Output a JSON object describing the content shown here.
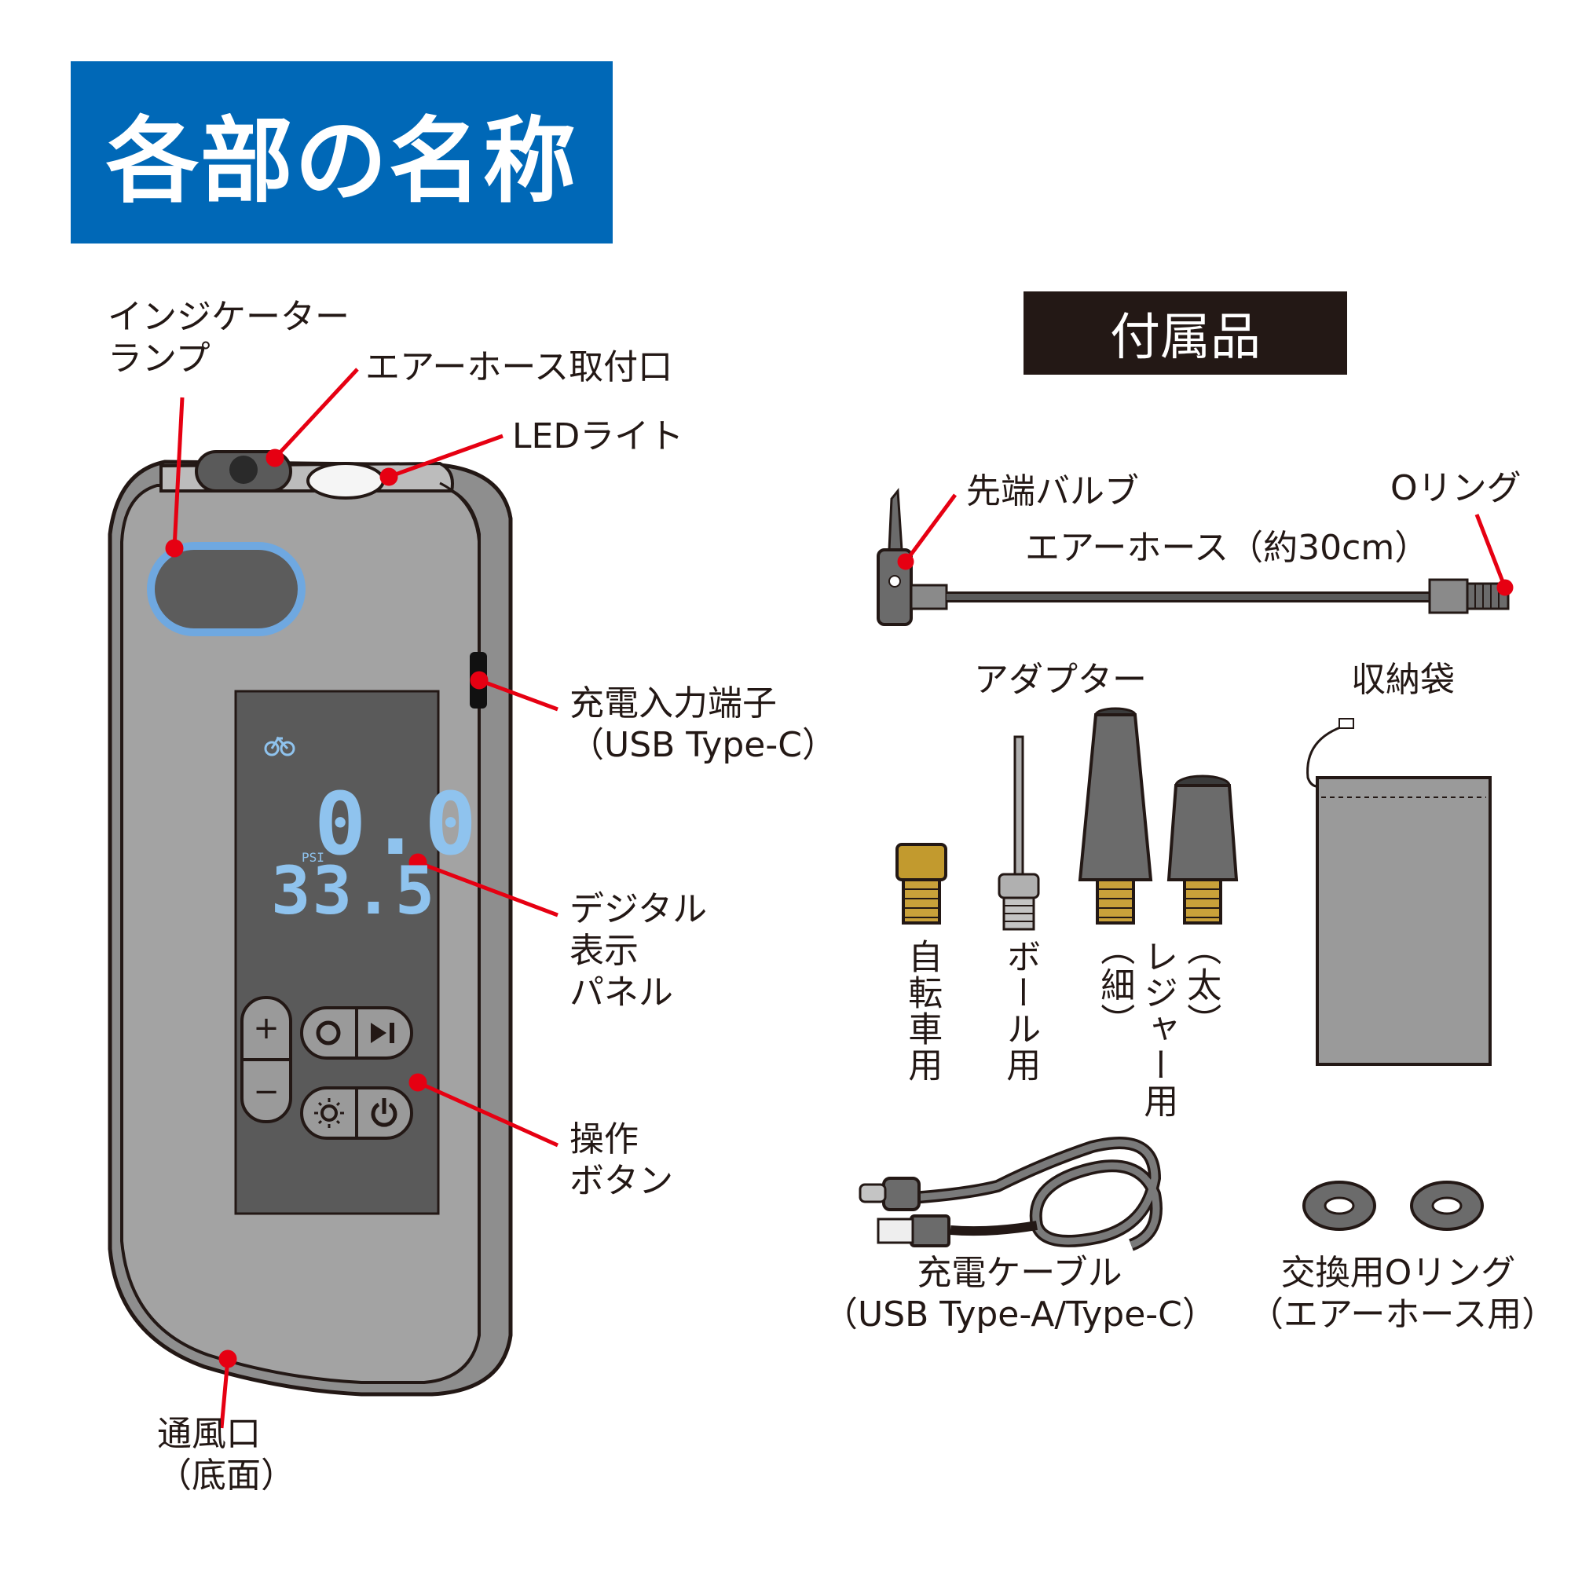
{
  "title": "各部の名称",
  "accessories_title": "付属品",
  "device_labels": {
    "indicator_lamp": [
      "インジケーター",
      "ランプ"
    ],
    "air_hose_port": "エアーホース取付口",
    "led_light": "LEDライト",
    "charge_port": [
      "充電入力端子",
      "（USB Type-C）"
    ],
    "display_panel": [
      "デジタル",
      "表示",
      "パネル"
    ],
    "buttons": [
      "操作",
      "ボタン"
    ],
    "vent": [
      "通風口",
      "（底面）"
    ]
  },
  "display": {
    "main_value": "0.0",
    "unit": "PSI",
    "target_value": "33.5"
  },
  "accessory_labels": {
    "tip_valve": "先端バルブ",
    "o_ring": "Oリング",
    "air_hose": "エアーホース（約30cm）",
    "adapter": "アダプター",
    "storage_bag": "収納袋",
    "bicycle": "自転車用",
    "ball": "ボール用",
    "leisure_thin": "（細）",
    "leisure_main": "レジャー用",
    "leisure_thick": "（太）",
    "cable": [
      "充電ケーブル",
      "（USB Type-A/Type-C）"
    ],
    "spare_oring": [
      "交換用Oリング",
      "（エアーホース用）"
    ]
  },
  "colors": {
    "title_bg": "#0068b7",
    "leader": "#e60012",
    "device_body": "#9c9c9c",
    "lcd_text": "#8fc3ee"
  }
}
